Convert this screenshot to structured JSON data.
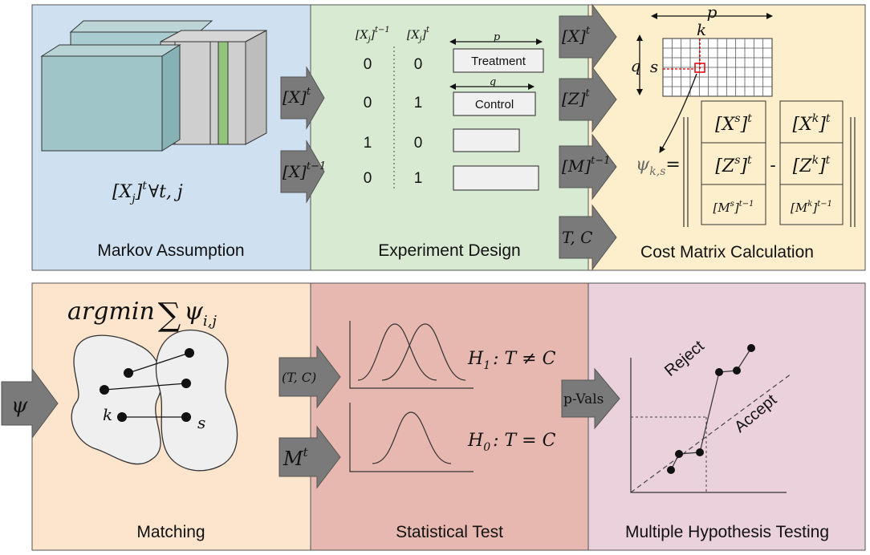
{
  "colors": {
    "markov_bg": "#cfe0f1",
    "experiment_bg": "#d9ead3",
    "cost_bg": "#fdefcc",
    "matching_bg": "#fce4cd",
    "stat_bg": "#e6b8af",
    "mht_bg": "#ead1dc",
    "arrow": "#7a7a7a",
    "highlight_stripe": "#93c47d",
    "cube_front": "#9fc5c8",
    "red_dash": "#e00000"
  },
  "panels": {
    "markov": {
      "caption": "Markov Assumption",
      "formula_main": "[X",
      "formula_sub": "j",
      "formula_tail": "]",
      "formula_sup": "t",
      "formula_rest": "∀t, j"
    },
    "experiment": {
      "caption": "Experiment Design",
      "col1_header": "[X",
      "col1_sub": "j",
      "col1_sup": "t−1",
      "col2_header": "[X",
      "col2_sub": "j",
      "col2_sup": "t",
      "rows": [
        {
          "a": "0",
          "b": "0"
        },
        {
          "a": "0",
          "b": "1"
        },
        {
          "a": "1",
          "b": "0"
        },
        {
          "a": "0",
          "b": "1"
        }
      ],
      "treatment_label": "Treatment",
      "control_label": "Control",
      "p_label": "p",
      "q_label": "q",
      "in_arrow_1": "[X]",
      "in_arrow_1_sup": "t",
      "in_arrow_2": "[X]",
      "in_arrow_2_sup": "t−1"
    },
    "cost": {
      "caption": "Cost Matrix Calculation",
      "p_label": "p",
      "k_label": "k",
      "q_label": "q",
      "s_label": "s",
      "psi": "ψ",
      "psi_sub": "k,s",
      "eq": "=",
      "minus": "-",
      "left_vec": [
        {
          "base": "[X",
          "sup1": "s",
          "tail": "]",
          "sup2": "t"
        },
        {
          "base": "[Z",
          "sup1": "s",
          "tail": "]",
          "sup2": "t"
        },
        {
          "base": "[M",
          "sup1": "s",
          "tail": "]",
          "sup2": "t−1"
        }
      ],
      "right_vec": [
        {
          "base": "[X",
          "sup1": "k",
          "tail": "]",
          "sup2": "t"
        },
        {
          "base": "[Z",
          "sup1": "k",
          "tail": "]",
          "sup2": "t"
        },
        {
          "base": "[M",
          "sup1": "k",
          "tail": "]",
          "sup2": "t−1"
        }
      ],
      "in_arrows": [
        {
          "base": "[X]",
          "sup": "t"
        },
        {
          "base": "[Z]",
          "sup": "t"
        },
        {
          "base": "[M]",
          "sup": "t−1"
        },
        {
          "base": "T, C",
          "sup": ""
        }
      ]
    },
    "matching": {
      "caption": "Matching",
      "formula_arg": "argmin",
      "formula_sum": "∑",
      "formula_psi": "ψ",
      "formula_sub": "i,j",
      "k_label": "k",
      "s_label": "s",
      "in_arrow": "ψ"
    },
    "stat": {
      "caption": "Statistical Test",
      "h1": "H",
      "h1_sub": "1",
      "h1_rest": ": T ≠ C",
      "h0": "H",
      "h0_sub": "0",
      "h0_rest": ": T = C",
      "in_arrow_1": "(T, C)",
      "in_arrow_2": "M",
      "in_arrow_2_sup": "t"
    },
    "mht": {
      "caption": "Multiple Hypothesis Testing",
      "reject": "Reject",
      "accept": "Accept",
      "in_arrow": "p-Vals"
    }
  }
}
